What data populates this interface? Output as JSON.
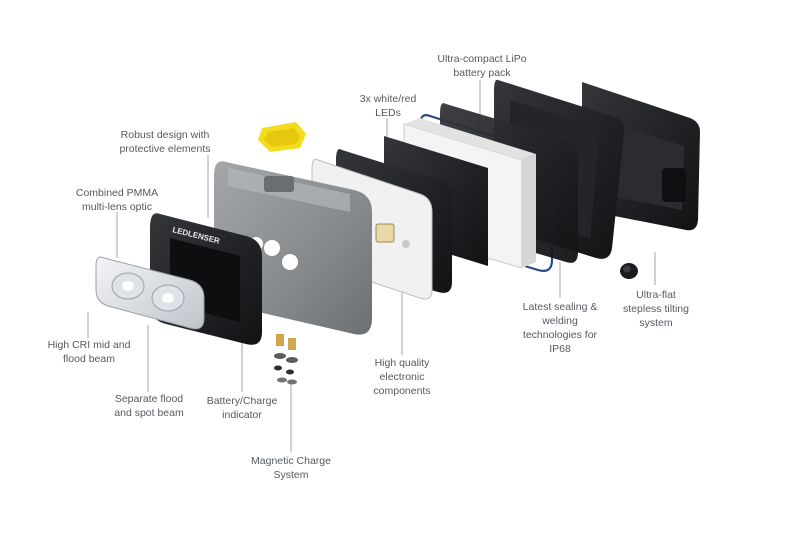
{
  "callouts": {
    "lipo": "Ultra-compact LiPo\nbattery pack",
    "leds": "3x white/red\nLEDs",
    "robust": "Robust design with\nprotective elements",
    "pmma": "Combined PMMA\nmulti-lens optic",
    "cri": "High CRI mid and\nflood beam",
    "separate": "Separate flood\nand spot beam",
    "battery_indicator": "Battery/Charge\nindicator",
    "magnetic": "Magnetic Charge\nSystem",
    "electronic": "High quality\nelectronic\ncomponents",
    "sealing": "Latest sealing &\nwelding\ntechnologies for\nIP68",
    "tilting": "Ultra-flat\nstepless tilting\nsystem"
  },
  "logo_text": "LEDLENSER",
  "colors": {
    "callout_text": "#555a5f",
    "leader_line": "#8a8f94",
    "housing_grey": "#8c8f92",
    "dark_part": "#1c1d1f",
    "board_white": "#f1f1f1",
    "seal_blue": "#2c4a86",
    "button_yellow": "#f3dc1e"
  }
}
